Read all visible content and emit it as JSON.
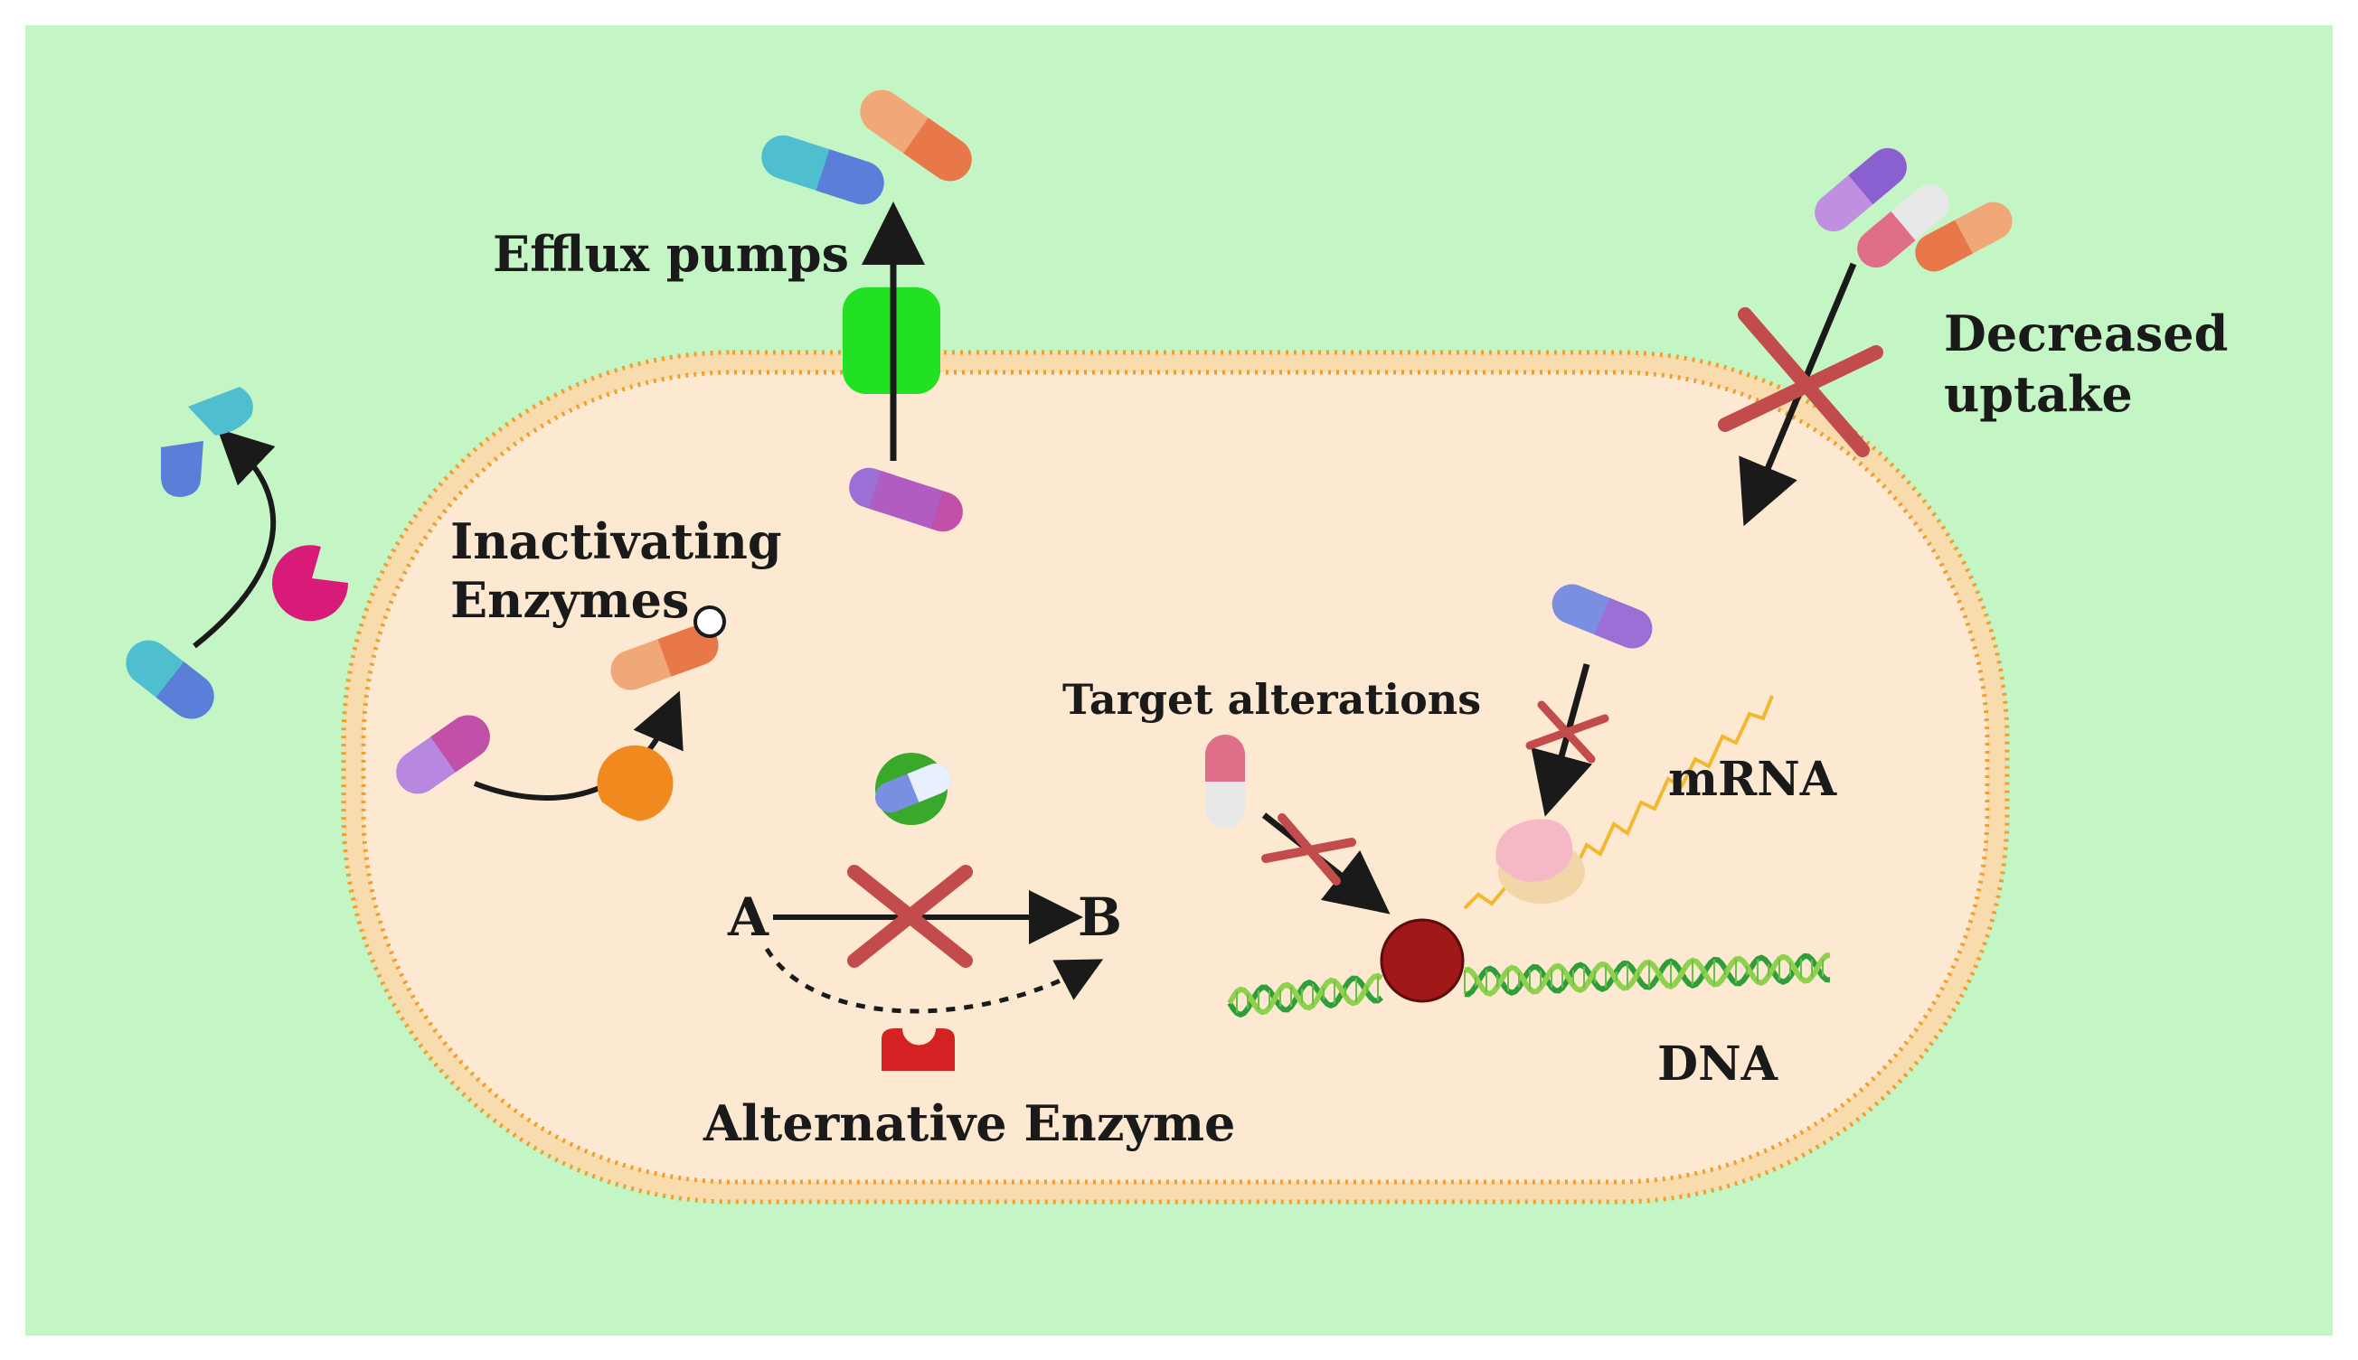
{
  "labels": {
    "efflux": "Efflux pumps",
    "decreased_line1": "Decreased",
    "decreased_line2": "uptake",
    "inactivating_line1": "Inactivating",
    "inactivating_line2": "Enzymes",
    "target": "Target alterations",
    "mrna": "mRNA",
    "dna": "DNA",
    "node_a": "A",
    "node_b": "B",
    "alt_enzyme": "Alternative Enzyme"
  },
  "colors": {
    "outer_background": "#c4f5c4",
    "cytoplasm": "#fde9d2",
    "membrane_band": "#f8dcae",
    "membrane_dots": "#f0a030",
    "efflux_pump": "#22e022",
    "block_cross": "#c24b4b",
    "arrow": "#1a1a1a",
    "enzyme_magenta": "#d81b78",
    "enzyme_orange": "#f08a1e",
    "alt_enzyme_red": "#d42222",
    "ribosome_center": "#a01818",
    "dna_strand_a": "#2e9e3a",
    "dna_strand_b": "#8fd14f",
    "mrna_strand": "#f2b830",
    "ribosome_pink": "#f6b8c4",
    "ribosome_beige": "#f3d6a8"
  },
  "icons": {
    "efflux_pump": "efflux-pump-icon",
    "pill": "antibiotic-capsule-icon",
    "enzyme": "enzyme-pacman-icon",
    "ribosome": "ribosome-icon",
    "block": "cross-icon",
    "modifier": "modifying-group-icon"
  }
}
